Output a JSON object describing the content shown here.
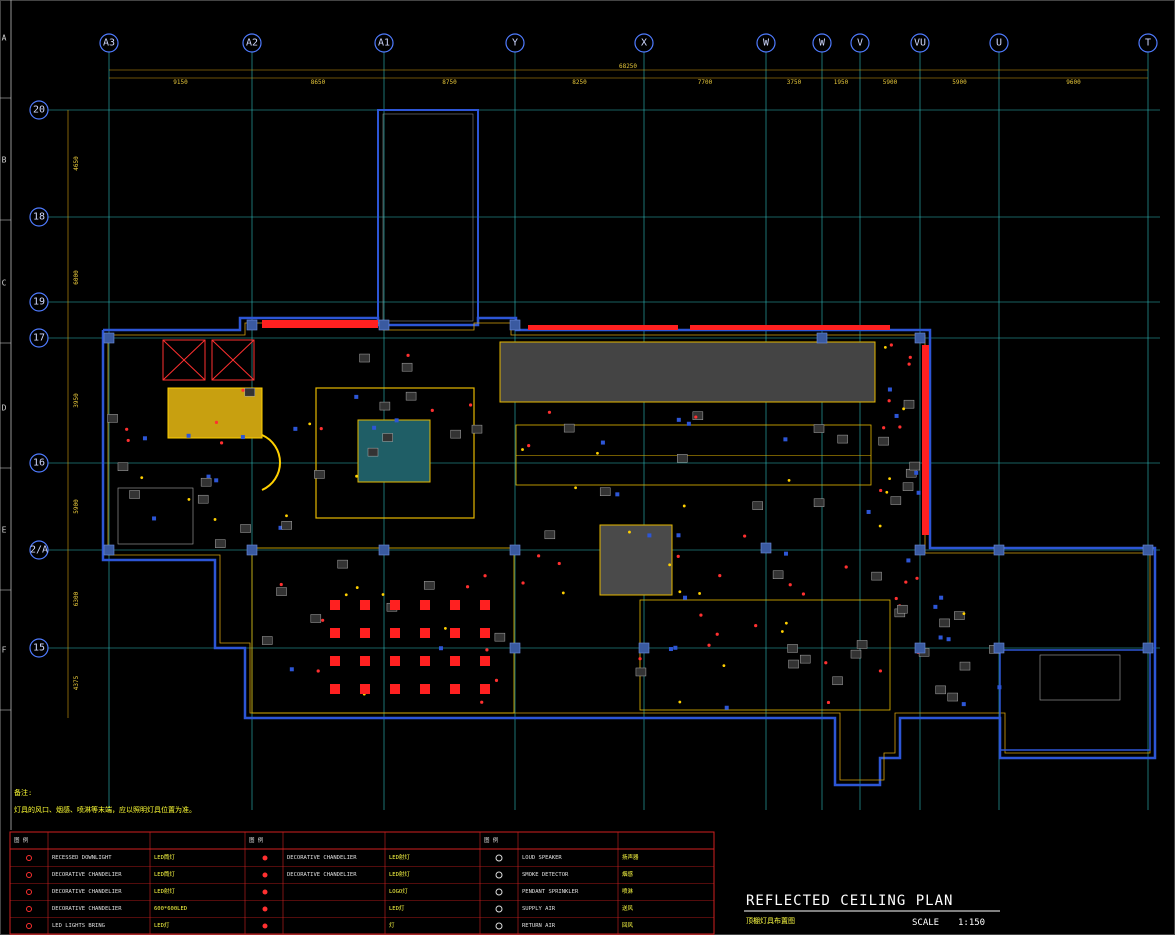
{
  "column_axes": [
    "A3",
    "A2",
    "A1",
    "Y",
    "X",
    "W",
    "W",
    "V",
    "VU",
    "U",
    "T"
  ],
  "row_axes": [
    "20",
    "18",
    "19",
    "17",
    "16",
    "2/A",
    "15"
  ],
  "side_markers": [
    "A",
    "B",
    "C",
    "D",
    "E",
    "F"
  ],
  "top_dimensions": [
    "9150",
    "8650",
    "8750",
    "8250",
    "7700",
    "3750",
    "1950",
    "5900",
    "5900",
    "9600"
  ],
  "overall_dimension": "68250",
  "left_dimensions": [
    "4650",
    "6000",
    "3950",
    "5900",
    "6300",
    "4375"
  ],
  "notes": {
    "heading": "备注:",
    "line1": "灯具的风口、烟感、喷淋等末端，应以照明灯具位置为准。"
  },
  "legend": {
    "header": "图 例",
    "rows": [
      {
        "label": "RECESSED DOWNLIGHT",
        "cn": "LED筒灯",
        "label2": "DECORATIVE CHANDELIER",
        "cn2": "LED射灯",
        "label3": "LOUD SPEAKER",
        "cn3": "扬声器"
      },
      {
        "label": "DECORATIVE CHANDELIER",
        "cn": "LED筒灯",
        "label2": "DECORATIVE CHANDELIER",
        "cn2": "LED射灯",
        "label3": "SMOKE DETECTOR",
        "cn3": "烟感"
      },
      {
        "label": "DECORATIVE CHANDELIER",
        "cn": "LED射灯",
        "label2": "",
        "cn2": "LOGO灯",
        "label3": "PENDANT SPRINKLER",
        "cn3": "喷淋"
      },
      {
        "label": "DECORATIVE CHANDELIER",
        "cn": "600*600LED",
        "label2": "",
        "cn2": "LED灯",
        "label3": "SUPPLY AIR",
        "cn3": "送风"
      },
      {
        "label": "LED LIGHTS BRING",
        "cn": "LED灯",
        "label2": "",
        "cn2": "灯",
        "label3": "RETURN AIR",
        "cn3": "回风"
      }
    ]
  },
  "title_block": {
    "title": "REFLECTED CEILING PLAN",
    "subtitle": "顶棚灯具布置图",
    "scale_label": "SCALE",
    "scale_value": "1:150"
  },
  "colors": {
    "background": "#000000",
    "grid": "#2fbfbf",
    "wall": "#2d56d6",
    "accent": "#ff2020",
    "yellow": "#ffd000",
    "frame": "#d02020"
  }
}
